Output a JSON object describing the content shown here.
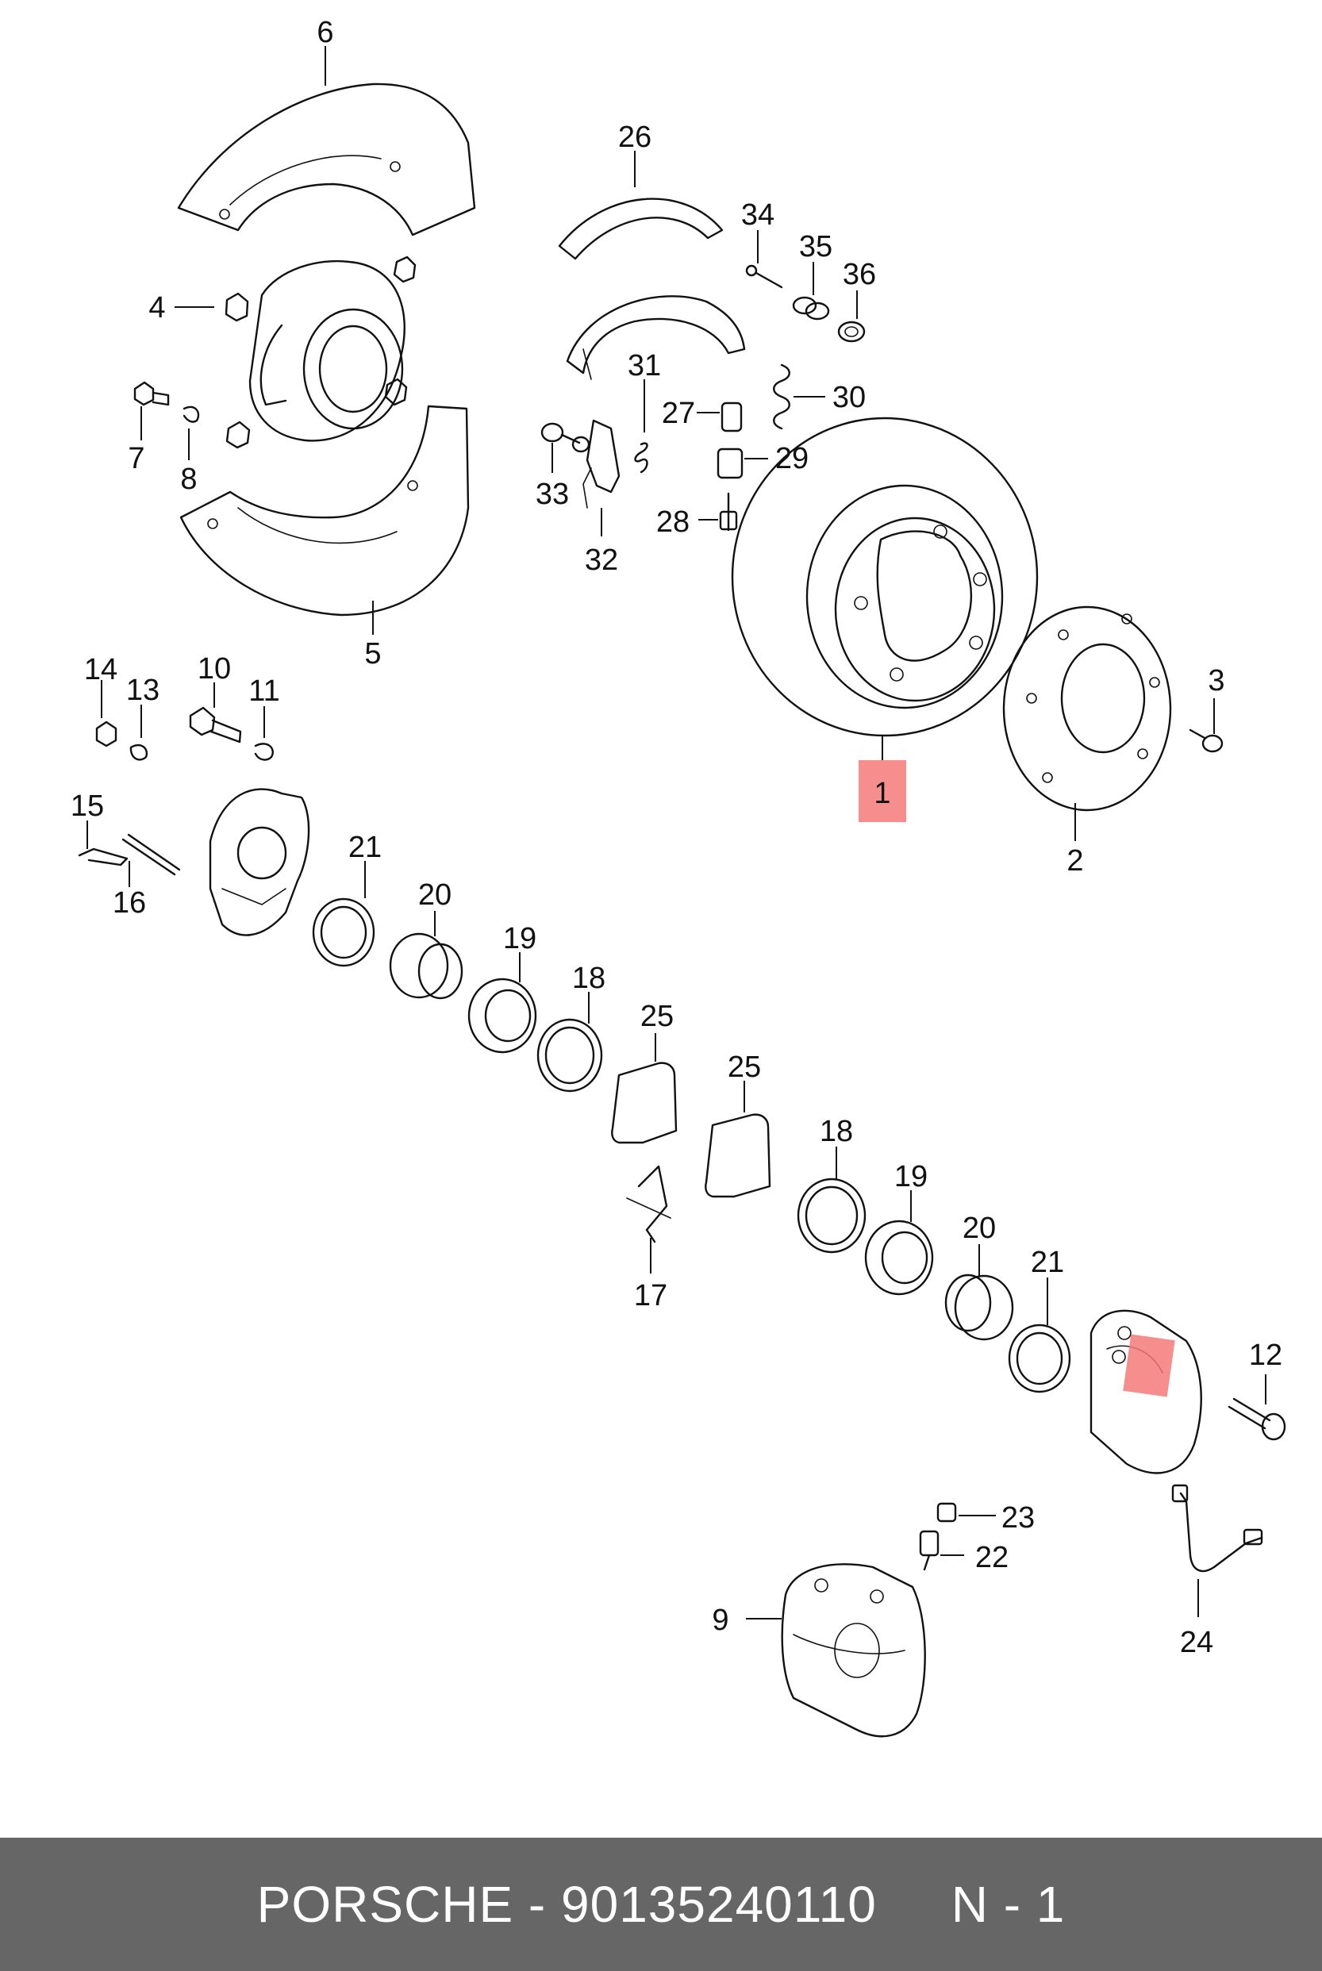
{
  "diagram": {
    "callouts": [
      "1",
      "2",
      "3",
      "4",
      "5",
      "6",
      "7",
      "8",
      "9",
      "10",
      "11",
      "12",
      "13",
      "14",
      "15",
      "16",
      "17",
      "18",
      "18",
      "19",
      "19",
      "20",
      "20",
      "21",
      "21",
      "22",
      "23",
      "24",
      "25",
      "25",
      "26",
      "27",
      "28",
      "29",
      "30",
      "31",
      "32",
      "33",
      "34",
      "35",
      "36"
    ],
    "highlighted_part": "1"
  },
  "footer": {
    "text": "PORSCHE - 90135240110     N - 1"
  },
  "colors": {
    "footer_bg": "#666666",
    "highlight": "#f47a7a",
    "line": "#111111"
  }
}
